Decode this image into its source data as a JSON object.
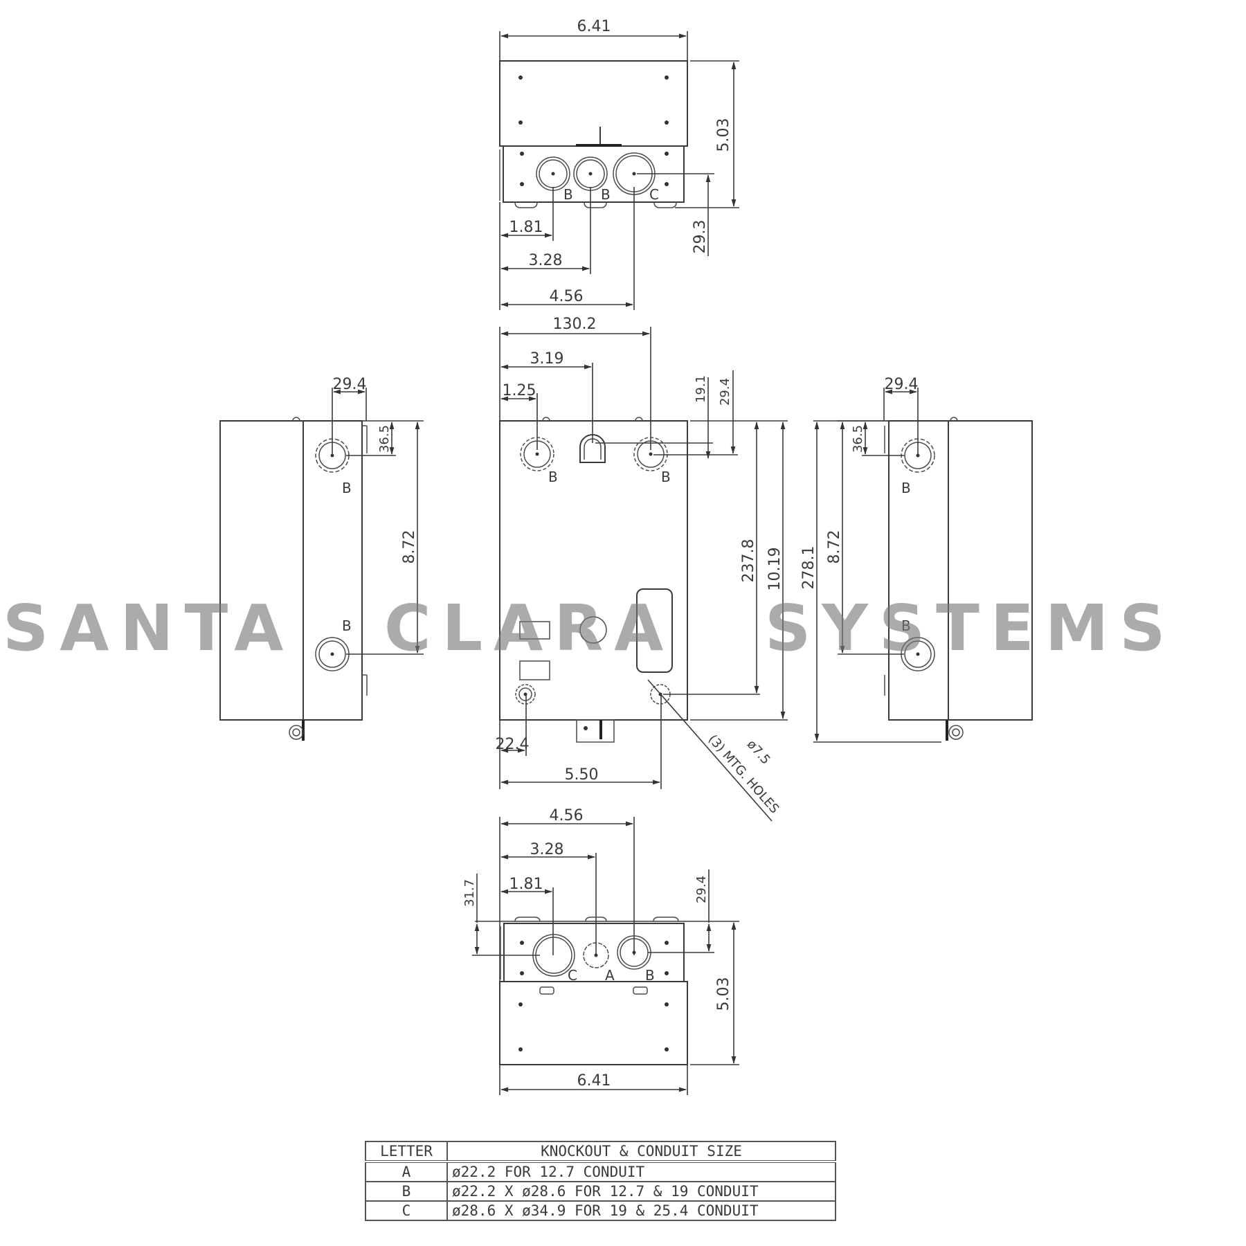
{
  "watermark": {
    "words": [
      "SANTA",
      "CLARA",
      "SYSTEMS"
    ],
    "color": "#8a8a8a"
  },
  "top_view": {
    "width_dim": "6.41",
    "height_dim": "5.03",
    "offset_dim": "29.3",
    "x_dims": [
      "1.81",
      "3.28",
      "4.56"
    ],
    "knockout_labels": [
      "B",
      "B",
      "C"
    ]
  },
  "front_view": {
    "width_dim": "130.2",
    "x_dims": [
      "3.19",
      "1.25"
    ],
    "y_dims_top": [
      "19.1",
      "29.4"
    ],
    "height_dims": [
      "237.8",
      "10.19",
      "278.1"
    ],
    "bottom_hole_offset": "22.4",
    "bottom_width_dim": "5.50",
    "knockout_labels": [
      "B",
      "B"
    ],
    "mounting_note": "(3) MTG. HOLES",
    "mounting_dia": "ø7.5"
  },
  "left_view": {
    "top_dim": "29.4",
    "offset_dim": "36.5",
    "height_dim": "8.72",
    "knockout_labels": [
      "B",
      "B"
    ]
  },
  "right_view": {
    "top_dim": "29.4",
    "offset_dim": "36.5",
    "height_dim": "8.72",
    "knockout_labels": [
      "B",
      "B"
    ]
  },
  "bottom_view": {
    "x_dims": [
      "4.56",
      "3.28",
      "1.81"
    ],
    "left_offset": "31.7",
    "right_offset": "29.4",
    "height_dim": "5.03",
    "width_dim": "6.41",
    "knockout_labels": [
      "C",
      "A",
      "B"
    ]
  },
  "table": {
    "headers": [
      "LETTER",
      "KNOCKOUT & CONDUIT SIZE"
    ],
    "rows": [
      {
        "letter": "A",
        "size": "ø22.2 FOR 12.7 CONDUIT"
      },
      {
        "letter": "B",
        "size": "ø22.2 X ø28.6 FOR 12.7 & 19 CONDUIT"
      },
      {
        "letter": "C",
        "size": "ø28.6 X ø34.9 FOR 19 & 25.4 CONDUIT"
      }
    ]
  }
}
